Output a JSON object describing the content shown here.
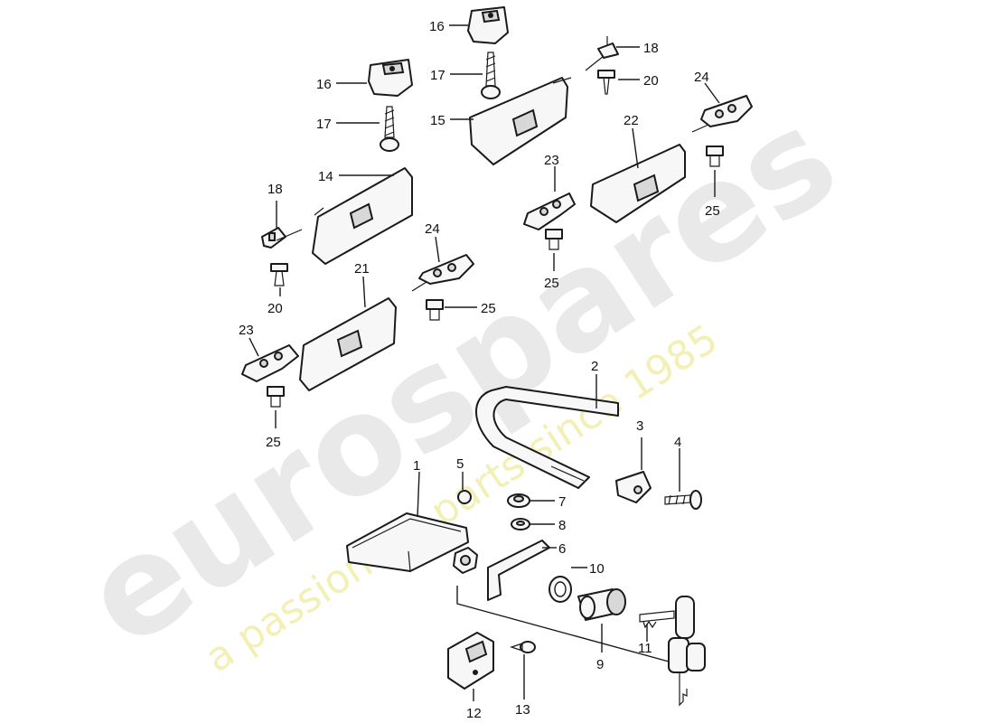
{
  "watermark": {
    "brand": "eurospares",
    "tagline": "a passion for parts since 1985",
    "brand_color": "#e9e9e9",
    "tagline_color": "#f3f0b6"
  },
  "callouts": {
    "p1": "1",
    "p2": "2",
    "p3": "3",
    "p4": "4",
    "p5": "5",
    "p6": "6",
    "p7": "7",
    "p8": "8",
    "p9": "9",
    "p10": "10",
    "p11": "11",
    "p12": "12",
    "p13": "13",
    "p14": "14",
    "p15": "15",
    "p16a": "16",
    "p16b": "16",
    "p17a": "17",
    "p17b": "17",
    "p18a": "18",
    "p18b": "18",
    "p20a": "20",
    "p20b": "20",
    "p21": "21",
    "p22": "22",
    "p23a": "23",
    "p23b": "23",
    "p24a": "24",
    "p24b": "24",
    "p25a": "25",
    "p25b": "25",
    "p25c": "25",
    "p25d": "25"
  }
}
